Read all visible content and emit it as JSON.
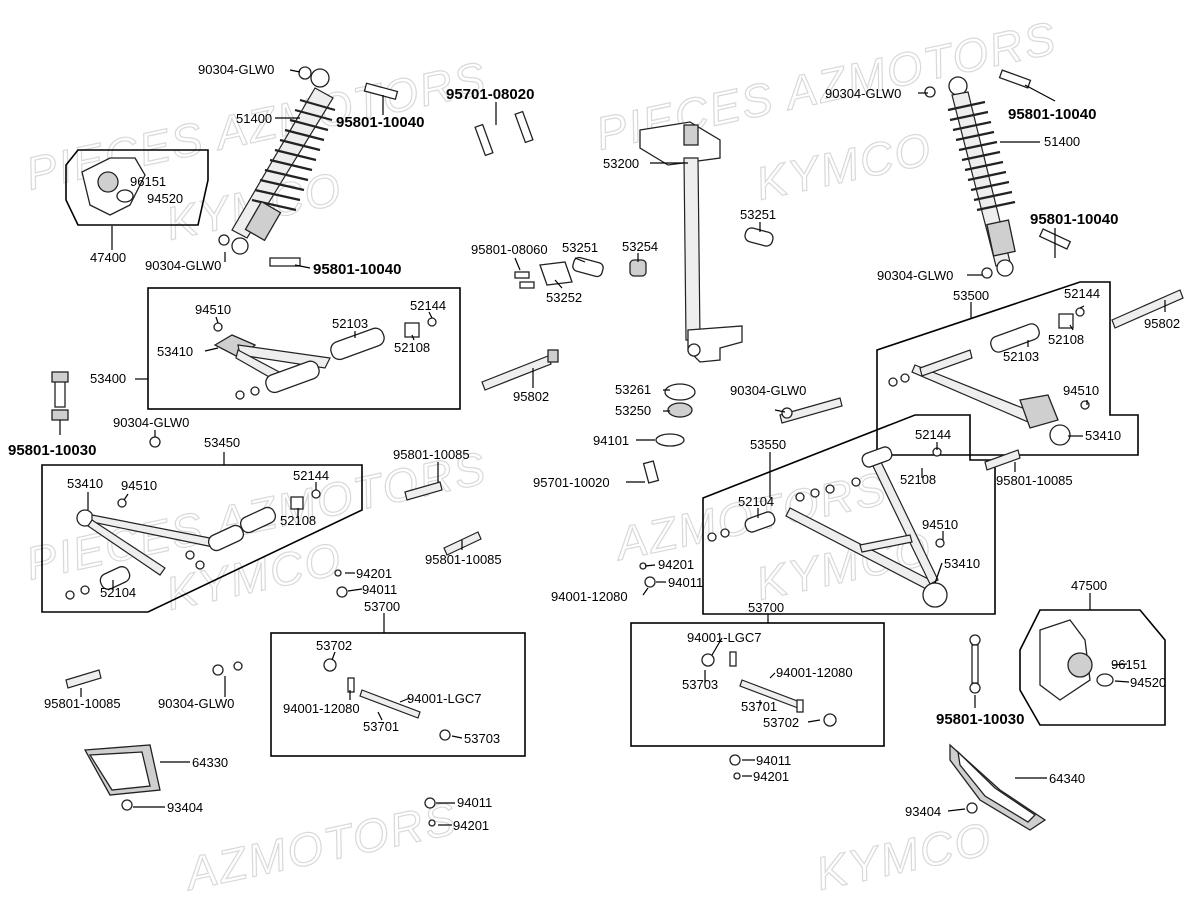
{
  "watermarks": [
    "PIECES AZMOTORS",
    "KYMCO",
    "PIECES AZMOTORS",
    "KYMCO",
    "PIECES AZMOTORS",
    "KYMCO",
    "AZMOTORS",
    "KYMCO",
    "AZMOTORS",
    "KYMCO"
  ],
  "labels": {
    "l_90304_glw0_a": "90304-GLW0",
    "l_51400_a": "51400",
    "l_95801_10040_a": "95801-10040",
    "l_95701_08020": "95701-08020",
    "l_96151_a": "96151",
    "l_94520_a": "94520",
    "l_47400": "47400",
    "l_90304_glw0_b": "90304-GLW0",
    "l_95801_10040_b": "95801-10040",
    "l_53200": "53200",
    "l_95801_08060": "95801-08060",
    "l_53251_a": "53251",
    "l_53254": "53254",
    "l_53252": "53252",
    "l_53251_b": "53251",
    "l_90304_glw0_c": "90304-GLW0",
    "l_95801_10040_c": "95801-10040",
    "l_51400_b": "51400",
    "l_95801_10040_d": "95801-10040",
    "l_90304_glw0_d": "90304-GLW0",
    "l_53500": "53500",
    "l_94510_a": "94510",
    "l_52144_a": "52144",
    "l_52103_a": "52103",
    "l_53410_a": "53410",
    "l_52108_a": "52108",
    "l_53400": "53400",
    "l_95802_a": "95802",
    "l_95801_10030_a": "95801-10030",
    "l_53261": "53261",
    "l_53250": "53250",
    "l_90304_glw0_e": "90304-GLW0",
    "l_52144_b": "52144",
    "l_52108_b": "52108",
    "l_52103_b": "52103",
    "l_95802_b": "95802",
    "l_94510_b": "94510",
    "l_53410_b": "53410",
    "l_94101": "94101",
    "l_90304_glw0_f": "90304-GLW0",
    "l_53450": "53450",
    "l_95801_10085_a": "95801-10085",
    "l_53550": "53550",
    "l_52144_c": "52144",
    "l_52108_c": "52108",
    "l_95801_10085_b": "95801-10085",
    "l_53410_c": "53410",
    "l_94510_c": "94510",
    "l_52144_d": "52144",
    "l_52108_d": "52108",
    "l_95701_10020": "95701-10020",
    "l_52104_a": "52104",
    "l_94510_d": "94510",
    "l_95801_10085_c": "95801-10085",
    "l_52104_b": "52104",
    "l_53410_d": "53410",
    "l_94201_a": "94201",
    "l_94011_a": "94011",
    "l_53700_a": "53700",
    "l_94201_b": "94201",
    "l_94011_b": "94011",
    "l_94001_12080_a": "94001-12080",
    "l_53700_b": "53700",
    "l_47500": "47500",
    "l_53702_a": "53702",
    "l_94001_lgc7_a": "94001-LGC7",
    "l_96151_b": "96151",
    "l_94520_b": "94520",
    "l_53703_a": "53703",
    "l_94001_12080_b": "94001-12080",
    "l_95801_10085_d": "95801-10085",
    "l_90304_glw0_g": "90304-GLW0",
    "l_94001_12080_c": "94001-12080",
    "l_94001_lgc7_b": "94001-LGC7",
    "l_53701_a": "53701",
    "l_53701_b": "53701",
    "l_53702_b": "53702",
    "l_95801_10030_b": "95801-10030",
    "l_53703_b": "53703",
    "l_94011_c": "94011",
    "l_94201_c": "94201",
    "l_64330": "64330",
    "l_64340": "64340",
    "l_93404_a": "93404",
    "l_94011_d": "94011",
    "l_94201_d": "94201",
    "l_93404_b": "93404"
  }
}
